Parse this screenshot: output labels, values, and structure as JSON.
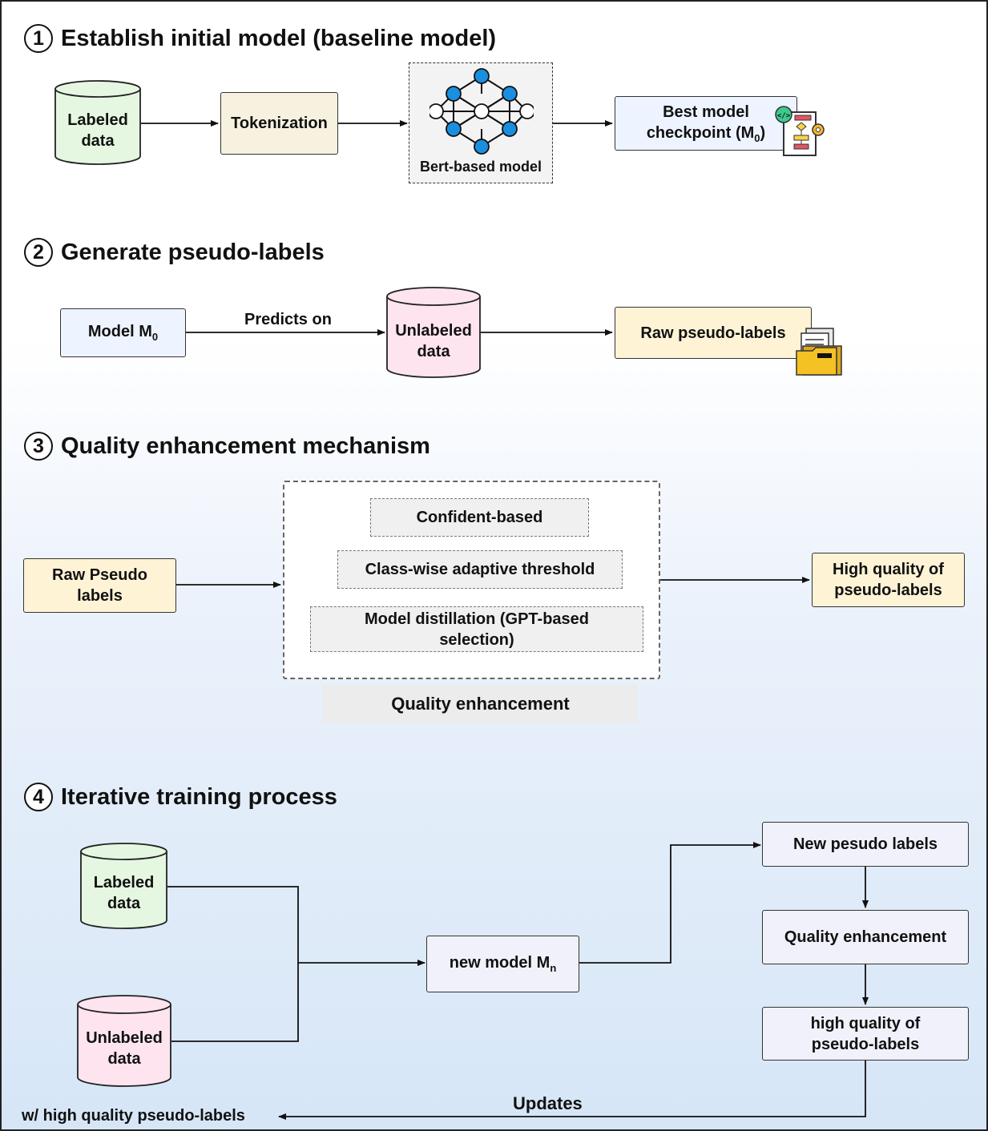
{
  "sections": [
    {
      "num": "1",
      "title": "Establish initial model (baseline model)"
    },
    {
      "num": "2",
      "title": "Generate pseudo-labels"
    },
    {
      "num": "3",
      "title": "Quality enhancement mechanism"
    },
    {
      "num": "4",
      "title": "Iterative training process"
    }
  ],
  "s1": {
    "labeled_data": [
      "Labeled",
      "data"
    ],
    "tokenization": "Tokenization",
    "bert_label": "Bert-based model",
    "checkpoint_line1": "Best model",
    "checkpoint_line2": "checkpoint (M",
    "checkpoint_sub": "0",
    "checkpoint_close": ")"
  },
  "s2": {
    "model": "Model M",
    "model_sub": "0",
    "predicts_on": "Predicts on",
    "unlabeled_data": [
      "Unlabeled",
      "data"
    ],
    "raw_pseudo": "Raw pseudo-labels"
  },
  "s3": {
    "raw_pseudo": [
      "Raw Pseudo",
      "labels"
    ],
    "methods": [
      "Confident-based",
      "Class-wise adaptive threshold",
      "Model distillation (GPT-based selection)"
    ],
    "group_label": "Quality enhancement",
    "high_quality": [
      "High quality of",
      "pseudo-labels"
    ]
  },
  "s4": {
    "labeled_data": [
      "Labeled",
      "data"
    ],
    "unlabeled_data": [
      "Unlabeled",
      "data"
    ],
    "new_model": "new model M",
    "new_model_sub": "n",
    "new_pseudo": "New pesudo labels",
    "quality_enh": "Quality enhancement",
    "high_quality": [
      "high quality of",
      "pseudo-labels"
    ],
    "updates": "Updates",
    "with_high": "w/ high quality pseudo-labels"
  },
  "colors": {
    "labeled_fill": "#e6f7e1",
    "unlabeled_fill": "#fde4ee",
    "beige_fill": "#f7f2e0",
    "cream_fill": "#fff3d6",
    "model_fill": "#eef4ff",
    "lavender_fill": "#f1f1fb",
    "node_blue": "#1a8fe0"
  }
}
